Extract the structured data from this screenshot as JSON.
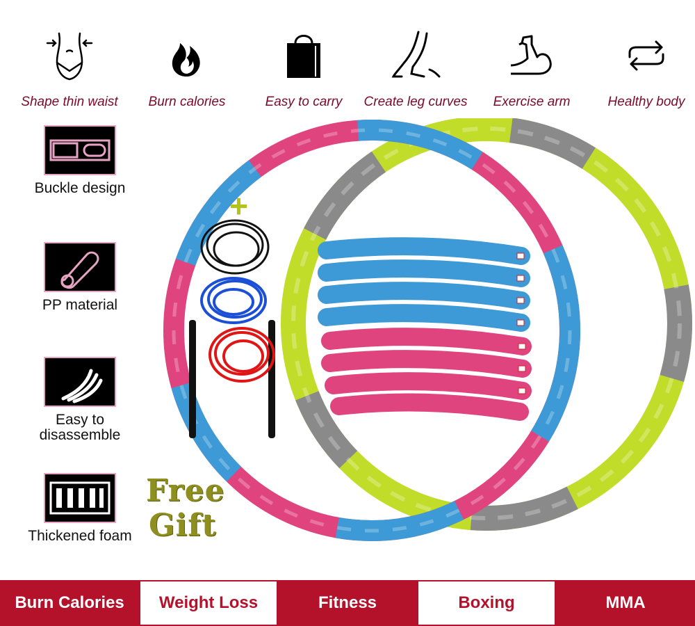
{
  "features": [
    {
      "label": "Shape thin waist",
      "icon": "waist-icon"
    },
    {
      "label": "Burn calories",
      "icon": "flame-icon"
    },
    {
      "label": "Easy to carry",
      "icon": "bag-icon"
    },
    {
      "label": "Create leg curves",
      "icon": "leg-icon"
    },
    {
      "label": "Exercise arm",
      "icon": "arm-icon"
    },
    {
      "label": "Healthy body",
      "icon": "cycle-arrows-icon"
    }
  ],
  "side_features": [
    {
      "label": "Buckle design",
      "icon": "buckle-icon"
    },
    {
      "label": "PP material",
      "icon": "pp-material-icon"
    },
    {
      "label": "Easy to\ndisassemble",
      "icon": "disassemble-icon"
    },
    {
      "label": "Thickened foam",
      "icon": "foam-icon"
    }
  ],
  "gift": {
    "plus": "+",
    "line1": "Free",
    "line2": "Gift"
  },
  "tags": [
    "Burn Calories",
    "Weight Loss",
    "Fitness",
    "Boxing",
    "MMA"
  ],
  "colors": {
    "label_text": "#7a0a2a",
    "tag_red": "#b3122a",
    "hoop_blue": "#3d9ad6",
    "hoop_pink": "#e0447e",
    "hoop_lime": "#c2dc2a",
    "hoop_gray": "#8a8a8a",
    "gift_olive": "#8f8f1f"
  }
}
